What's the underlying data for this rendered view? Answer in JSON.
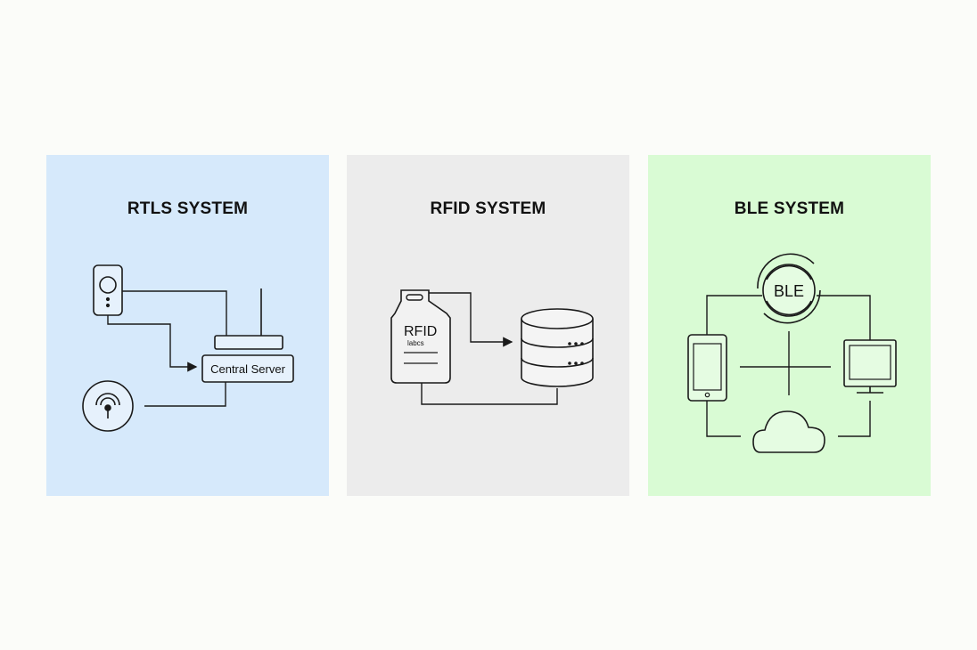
{
  "panels": {
    "rtls": {
      "title": "RTLS SYSTEM",
      "server_label": "Central Server",
      "background": "#d6e9fb"
    },
    "rfid": {
      "title": "RFID SYSTEM",
      "tag_label": "RFID",
      "tag_sublabel": "labcs",
      "background": "#ececec"
    },
    "ble": {
      "title": "BLE SYSTEM",
      "beacon_label": "BLE",
      "background": "#d9fbd4"
    }
  },
  "icons": [
    "tag-device-icon",
    "access-point-icon",
    "router-antenna-icon",
    "rfid-tag-icon",
    "database-icon",
    "ble-beacon-icon",
    "smartphone-icon",
    "monitor-icon",
    "cloud-icon"
  ],
  "line_color": "#1a1a1a"
}
